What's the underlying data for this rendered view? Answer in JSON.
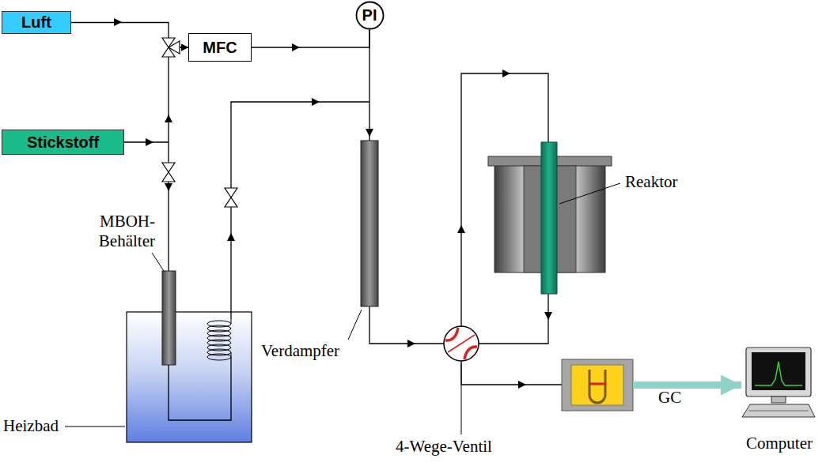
{
  "diagram": {
    "nodes": [
      {
        "text": [
          "Luft"
        ]
      },
      {
        "text": [
          "Stickstoff"
        ]
      },
      {
        "text": [
          "MFC"
        ]
      },
      {
        "text": [
          "PI"
        ]
      },
      {
        "text": [
          "GC"
        ]
      },
      {
        "text": [
          "Computer"
        ]
      }
    ],
    "edges": [
      {
        "from": 0,
        "to": 2,
        "arrow": "to"
      },
      {
        "from": 1,
        "to": 2,
        "arrow": "to"
      },
      {
        "from": 2,
        "to": 3,
        "arrow": "none"
      },
      {
        "from": 4,
        "to": 5,
        "arrow": "to"
      }
    ],
    "labels": [
      "MBOH- Behälter",
      "Heizbad",
      "Verdampfer",
      "Reaktor",
      "4-Wege-Ventil"
    ]
  }
}
